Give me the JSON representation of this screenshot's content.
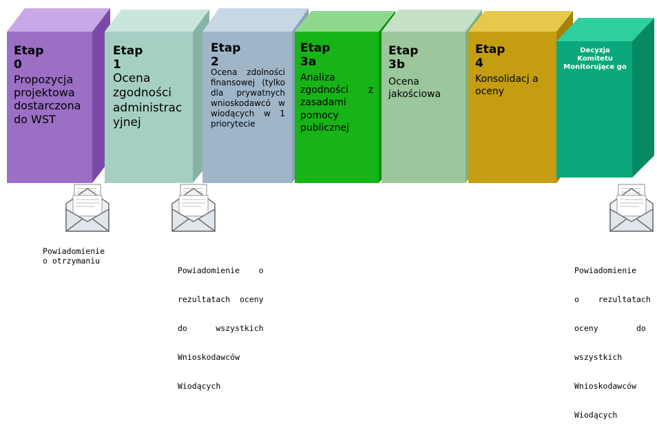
{
  "stages": [
    {
      "title": "Etap 0",
      "description": "Propozycja projektowa dostarczona do WST",
      "face": "#9b6fc4",
      "top": "#c8a8e6",
      "side": "#7a4aa8"
    },
    {
      "title": "Etap 1",
      "description": "Ocena zgodności administrac yjnej",
      "face": "#a6cfc4",
      "top": "#c9e6dd",
      "side": "#86b3a6"
    },
    {
      "title": "Etap 2",
      "description": "Ocena zdolności finansowej (tylko dla prywatnych wnioskodawcó w wiodących w 1 priorytecie",
      "face": "#9fb6c9",
      "top": "#c7d7e4",
      "side": "#8aa2b6"
    },
    {
      "title": "Etap 3a",
      "description": "Analiza zgodności z zasadami pomocy publicznej",
      "face": "#16b416",
      "top": "#8fd98f",
      "side": "#0f8f0f"
    },
    {
      "title": "Etap 3b",
      "description": "Ocena jakościowa",
      "face": "#9cc79c",
      "top": "#c6e1c6",
      "side": "#80ad80"
    },
    {
      "title": "Etap 4",
      "description": "Konsolidacj a oceny",
      "face": "#c49e10",
      "top": "#e6c84a",
      "side": "#a3820a"
    },
    {
      "title": "Decyzja Komitetu Monitorujące go",
      "description": "",
      "face": "#0aa87a",
      "top": "#2fcf9e",
      "side": "#078a63"
    }
  ],
  "notifications": [
    {
      "lines": [
        "Powiadomienie",
        "o otrzymaniu"
      ]
    },
    {
      "lines": [
        "Powiadomienie    o",
        "rezultatach  oceny",
        "do      wszystkich",
        "Wnioskodawców",
        "Wiodących"
      ]
    },
    {
      "lines": [
        "Powiadomienie",
        "o    rezultatach",
        "oceny        do",
        "wszystkich",
        "Wnioskodawców",
        "Wiodących"
      ]
    }
  ]
}
